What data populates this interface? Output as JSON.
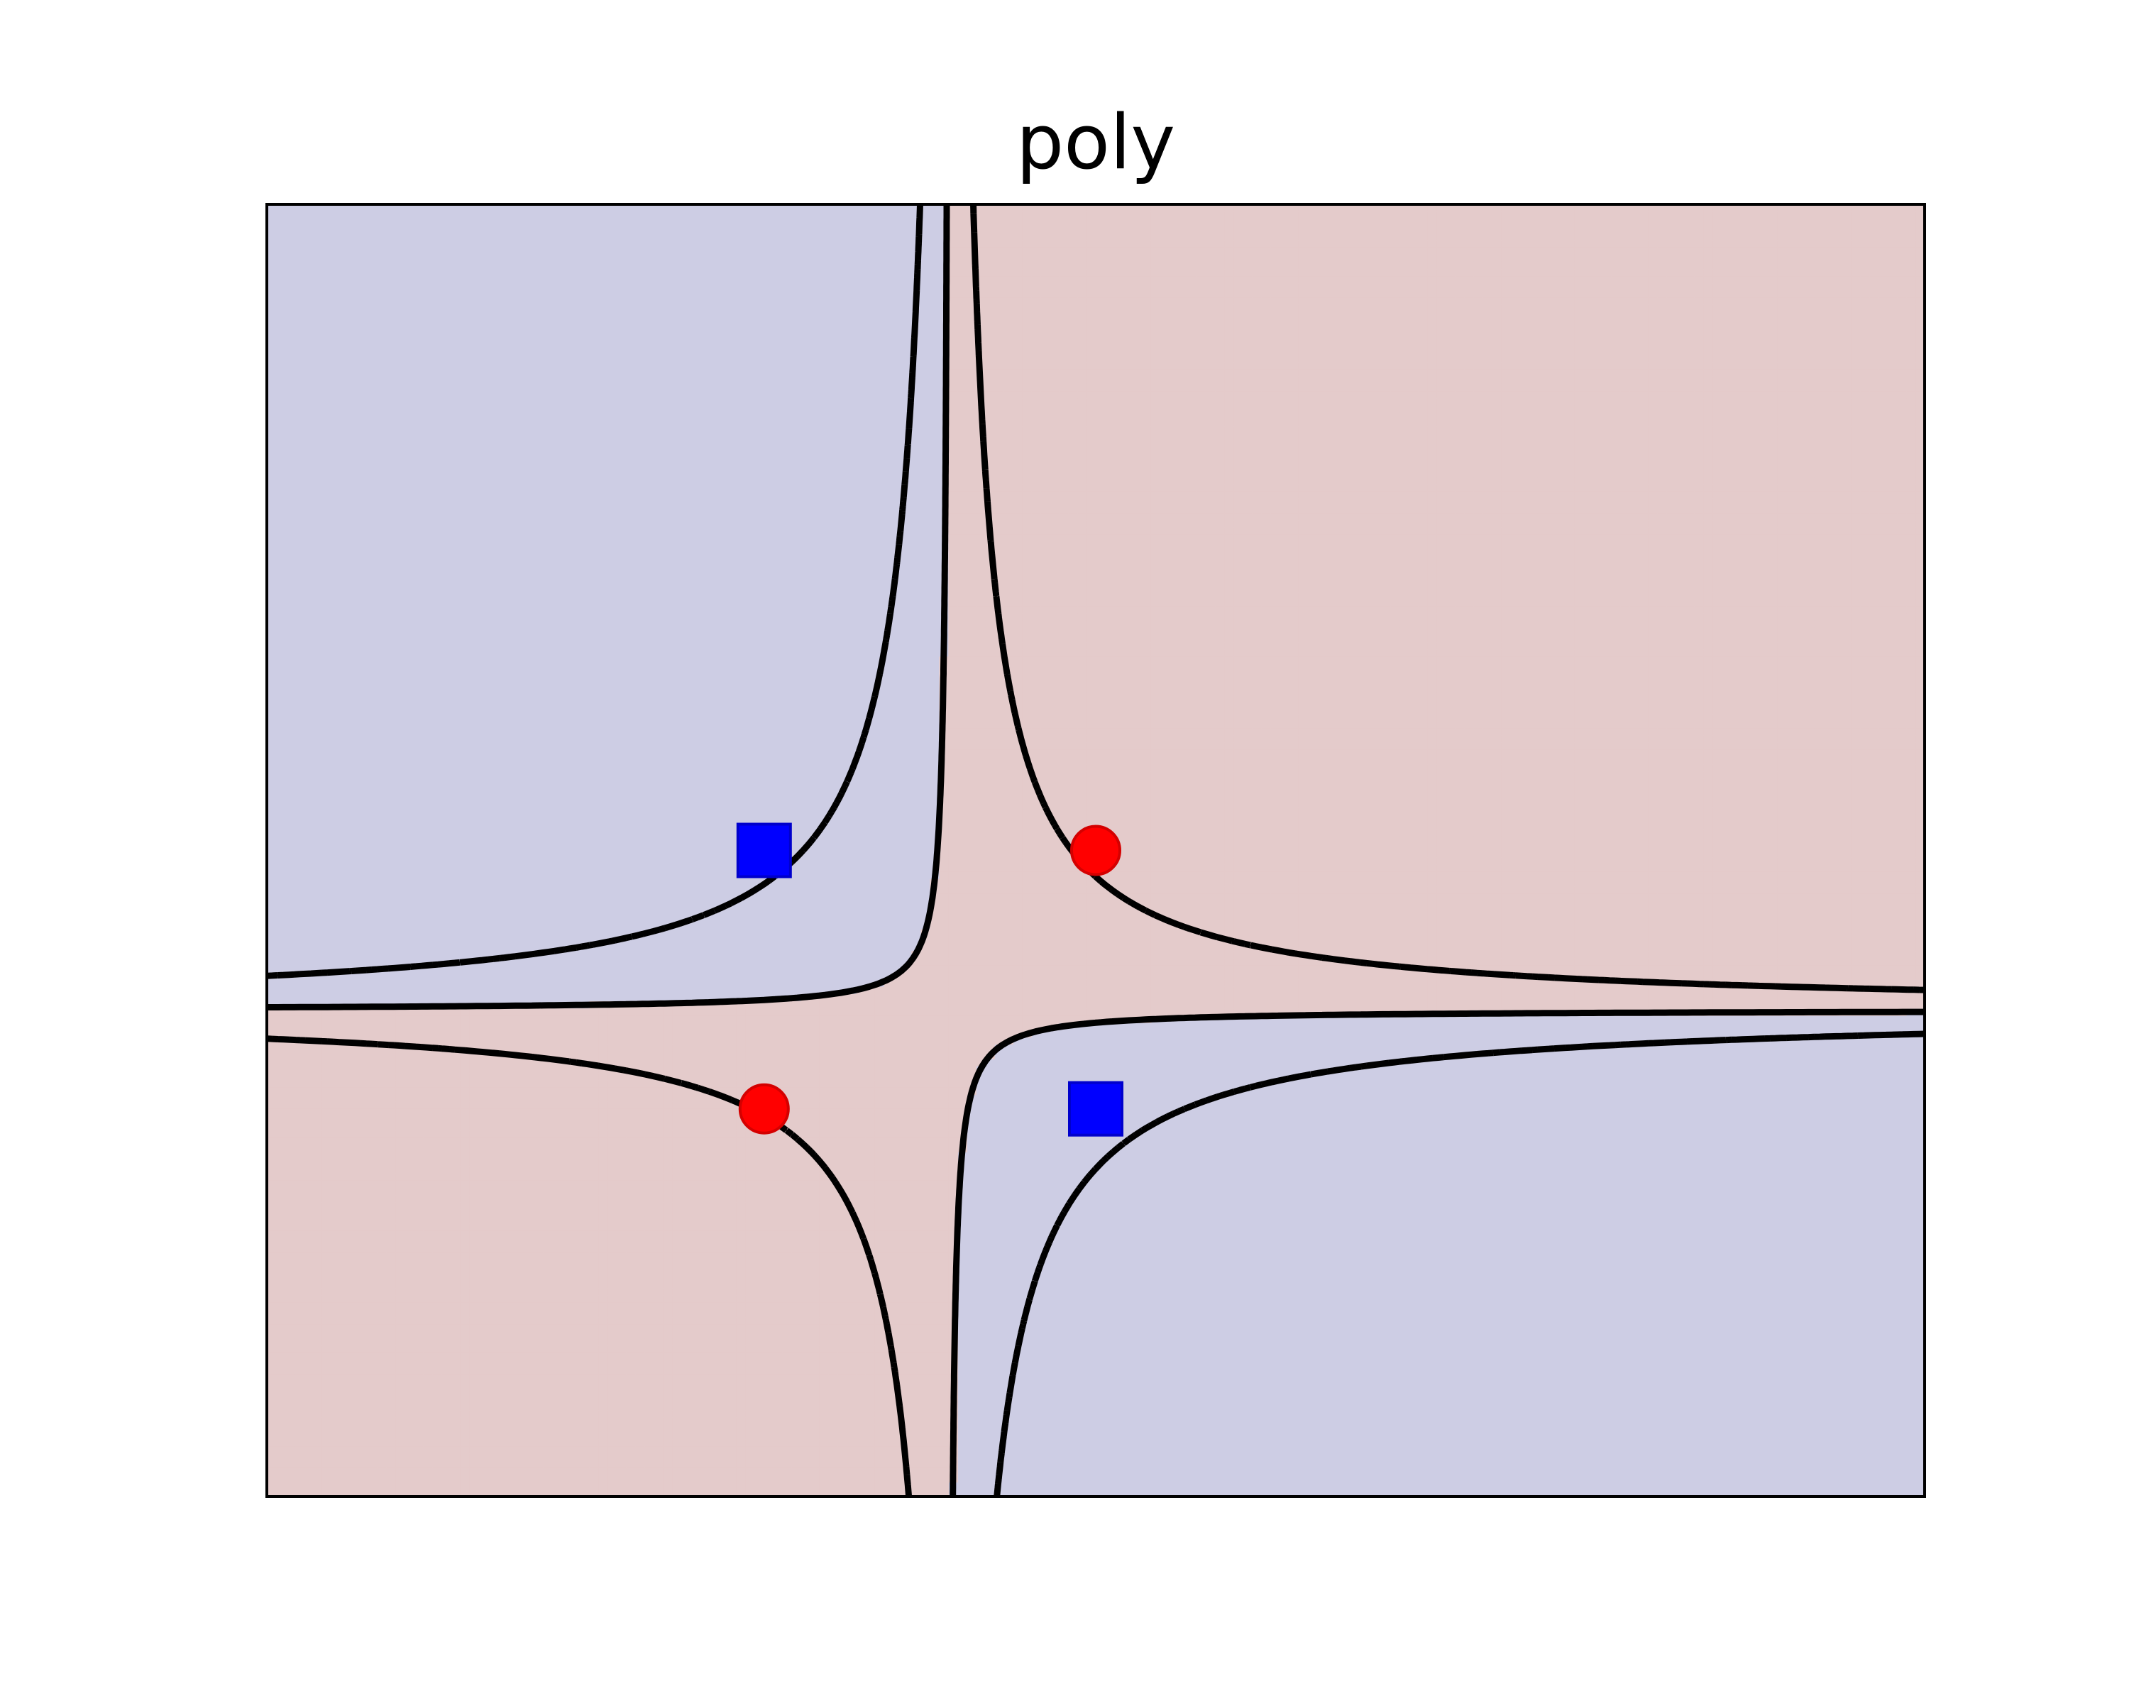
{
  "chart_data": {
    "type": "scatter",
    "title": "poly",
    "xlabel": "",
    "ylabel": "",
    "xlim": [
      -1.5,
      3.5
    ],
    "ylim": [
      -1.5,
      3.5
    ],
    "grid": false,
    "show_ticks": false,
    "region_colors": {
      "class_positive": "#e4cbcb",
      "class_negative": "#cdcde4"
    },
    "boundary": {
      "kernel": "poly",
      "decision_level": 0,
      "margin_levels": [
        -1,
        1
      ],
      "decision_line_color": "#000000",
      "decision_line_style": "solid",
      "margin_line_style": "dashed"
    },
    "series": [
      {
        "marker": "circle",
        "color": "#ff0000",
        "points": [
          {
            "x": 0,
            "y": 0
          },
          {
            "x": 1,
            "y": 1
          }
        ]
      },
      {
        "marker": "square",
        "color": "#0000ff",
        "points": [
          {
            "x": 0,
            "y": 1
          },
          {
            "x": 1,
            "y": 0
          }
        ]
      }
    ]
  }
}
